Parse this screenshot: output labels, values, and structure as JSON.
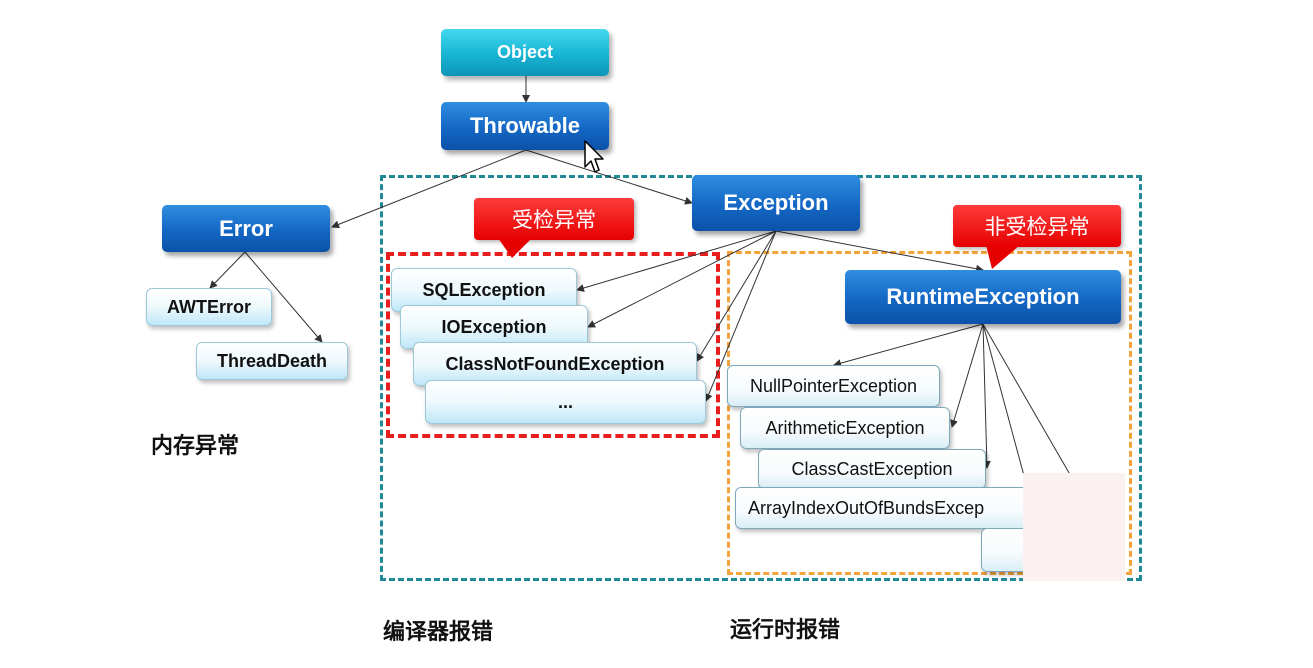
{
  "nodes": {
    "object": "Object",
    "throwable": "Throwable",
    "error": "Error",
    "exception": "Exception",
    "awt_error": "AWTError",
    "thread_death": "ThreadDeath",
    "sql_exception": "SQLException",
    "io_exception": "IOException",
    "class_not_found_exception": "ClassNotFoundException",
    "checked_more": "...",
    "runtime_exception": "RuntimeException",
    "null_pointer_exception": "NullPointerException",
    "arithmetic_exception": "ArithmeticException",
    "class_cast_exception": "ClassCastException",
    "array_index_exception": "ArrayIndexOutOfBundsExcep"
  },
  "callouts": {
    "checked": "受检异常",
    "unchecked": "非受检异常"
  },
  "labels": {
    "memory_error": "内存异常",
    "compile_error": "编译器报错",
    "runtime_error": "运行时报错"
  },
  "colors": {
    "teal_border": "#1f8a96",
    "red_border": "#e81e1e",
    "orange_border": "#f4a23a",
    "arrow": "#333333"
  }
}
